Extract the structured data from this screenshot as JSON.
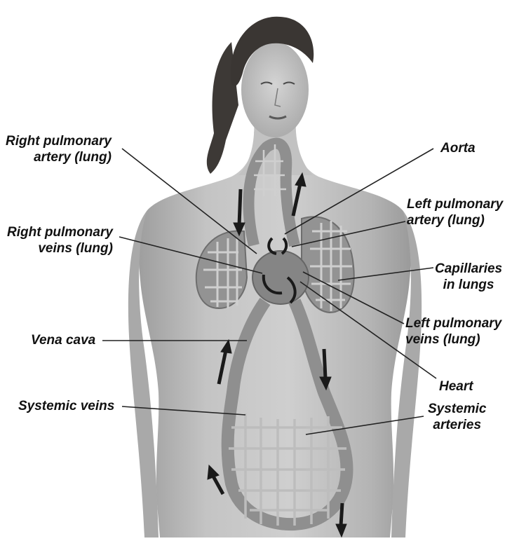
{
  "labels": {
    "right_pulmonary_artery": [
      "Right pulmonary",
      "artery (lung)"
    ],
    "right_pulmonary_veins": [
      "Right pulmonary",
      "veins (lung)"
    ],
    "vena_cava": "Vena cava",
    "systemic_veins": "Systemic veins",
    "aorta": "Aorta",
    "left_pulmonary_artery": [
      "Left pulmonary",
      "artery (lung)"
    ],
    "capillaries": [
      "Capillaries",
      "in lungs"
    ],
    "left_pulmonary_veins": [
      "Left pulmonary",
      "veins (lung)"
    ],
    "heart": "Heart",
    "systemic_arteries": [
      "Systemic",
      "arteries"
    ]
  },
  "colors": {
    "skin": "#bdbdbd",
    "skin_shade": "#a6a6a6",
    "vessel": "#8f8f8f",
    "vessel_dark": "#6e6e6e",
    "hair": "#3a3633",
    "arrow": "#1a1a1a",
    "leader": "#222222"
  }
}
